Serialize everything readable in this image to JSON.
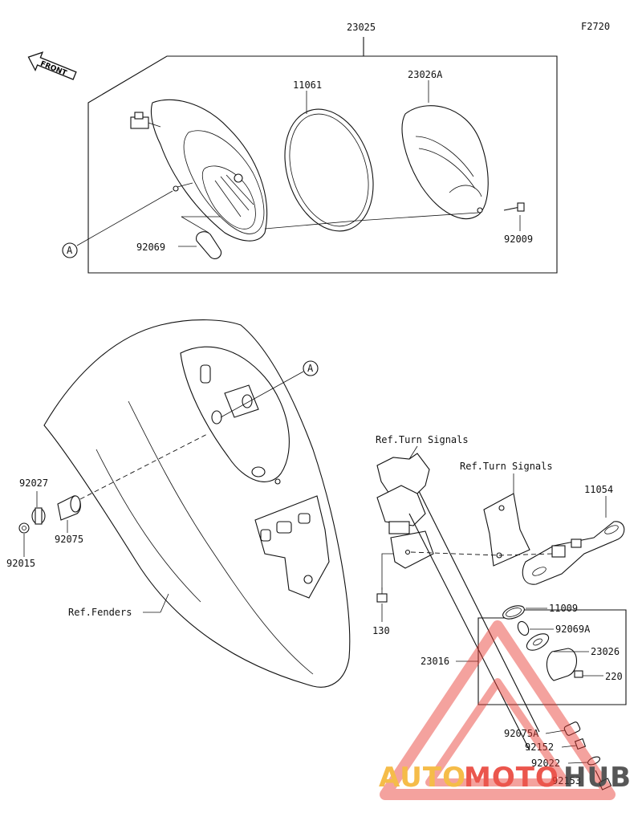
{
  "figure_code": "F2720",
  "front_label": "FRONT",
  "callout_a": "A",
  "parts": {
    "assembly": "23025",
    "gasket": "11061",
    "lens": "23026A",
    "screw": "92009",
    "bulb": "92069",
    "grommet_a": "92027",
    "nut": "92015",
    "grommet_b": "92075",
    "bracket": "11054",
    "bolt": "130",
    "license_lamp": "23016",
    "oring": "11009",
    "bulb_a": "92069A",
    "lamp_lens": "23026",
    "screw_b": "220",
    "grommet_c": "92075A",
    "spacer": "92152",
    "washer": "92022",
    "bolt_b": "92153"
  },
  "refs": {
    "turn_signals_1": "Ref.Turn Signals",
    "turn_signals_2": "Ref.Turn Signals",
    "fenders": "Ref.Fenders"
  },
  "watermark": {
    "text_auto": "AUTO",
    "text_moto": "MOTO",
    "text_hub": "HUB",
    "color_primary": "#e8392f",
    "color_secondary": "#f4b12a",
    "color_dark": "#3a3a3a"
  }
}
